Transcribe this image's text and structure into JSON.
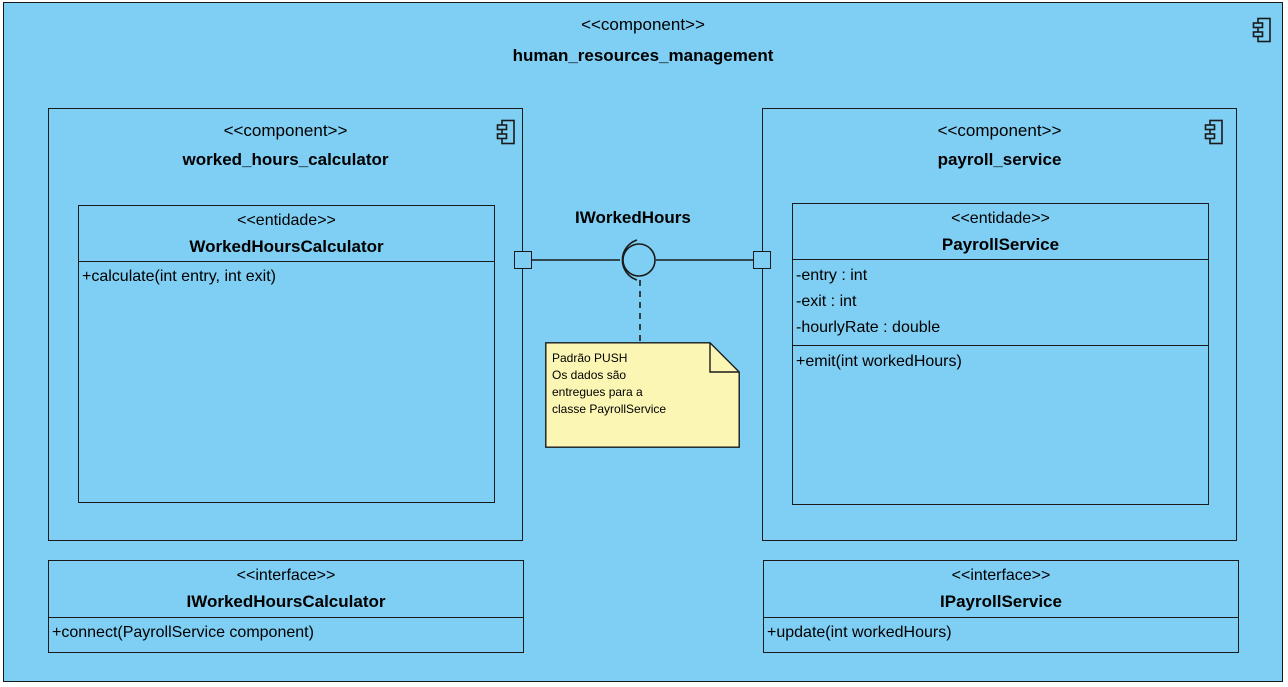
{
  "outer": {
    "stereotype": "<<component>>",
    "name": "human_resources_management"
  },
  "worked_hours_component": {
    "stereotype": "<<component>>",
    "name": "worked_hours_calculator",
    "class": {
      "stereotype": "<<entidade>>",
      "name": "WorkedHoursCalculator",
      "operations": [
        "+calculate(int entry, int exit)"
      ]
    }
  },
  "payroll_component": {
    "stereotype": "<<component>>",
    "name": "payroll_service",
    "class": {
      "stereotype": "<<entidade>>",
      "name": "PayrollService",
      "attributes": [
        "-entry : int",
        "-exit : int",
        "-hourlyRate : double"
      ],
      "operations": [
        "+emit(int workedHours)"
      ]
    }
  },
  "provided_interface": {
    "label": "IWorkedHours"
  },
  "note": {
    "lines": [
      "Padrão PUSH",
      "Os dados são",
      "entregues para a",
      "classe PayrollService"
    ]
  },
  "interface_left": {
    "stereotype": "<<interface>>",
    "name": "IWorkedHoursCalculator",
    "operations": [
      "+connect(PayrollService component)"
    ]
  },
  "interface_right": {
    "stereotype": "<<interface>>",
    "name": "IPayrollService",
    "operations": [
      "+update(int workedHours)"
    ]
  },
  "colors": {
    "component_fill": "#7fcef3",
    "note_fill": "#fbf6b4",
    "stroke": "#1a1a1a"
  },
  "icons": [
    "component-icon"
  ]
}
